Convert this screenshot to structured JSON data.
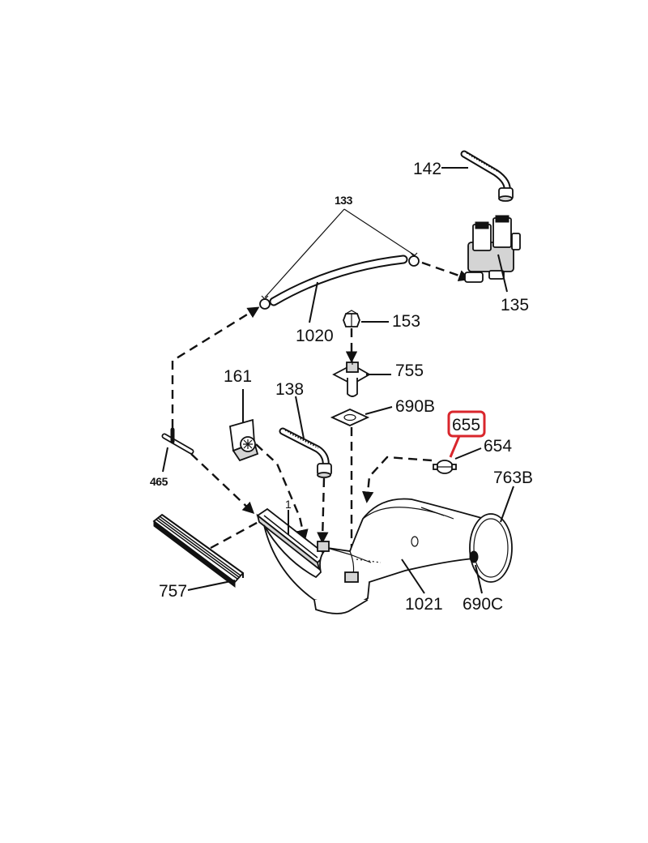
{
  "highlight_color": "#d9262c",
  "callouts": {
    "c142": "142",
    "c133": "133",
    "c135": "135",
    "c1020": "1020",
    "c153": "153",
    "c755": "755",
    "c690B": "690B",
    "c161": "161",
    "c138": "138",
    "c655": "655",
    "c654": "654",
    "c763B": "763B",
    "c465": "465",
    "c1": "1",
    "c757": "757",
    "c1021": "1021",
    "c690C": "690C"
  }
}
